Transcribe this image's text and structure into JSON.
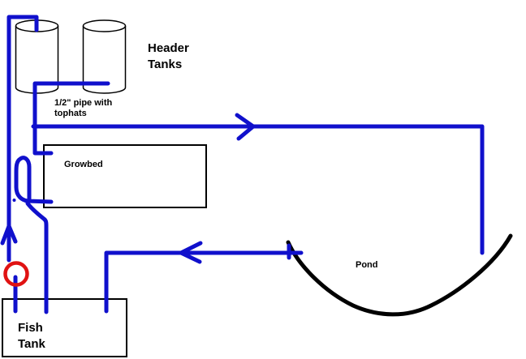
{
  "diagram": {
    "labels": {
      "header_tanks": "Header\nTanks",
      "pipe_note": "1/2\" pipe with\ntophats",
      "growbed": "Growbed",
      "pond": "Pond",
      "fish_tank": "Fish\nTank"
    },
    "colors": {
      "pipe_blue": "#1010cc",
      "pump_red": "#e01212",
      "ink_black": "#000000"
    }
  }
}
